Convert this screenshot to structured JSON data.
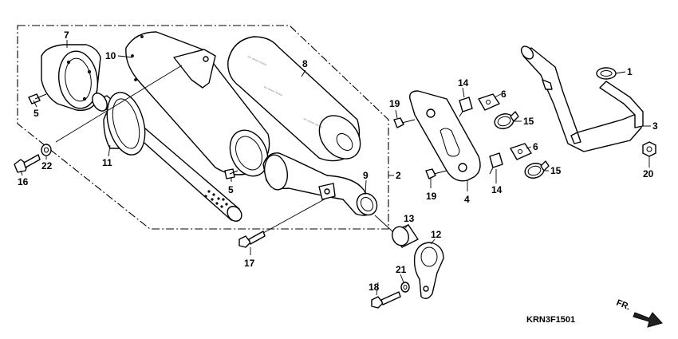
{
  "diagram_code": "KRN3F1501",
  "front_marker": "FR.",
  "callouts": {
    "c1": "1",
    "c2": "2",
    "c3": "3",
    "c4": "4",
    "c5a": "5",
    "c5b": "5",
    "c6a": "6",
    "c6b": "6",
    "c7": "7",
    "c8": "8",
    "c9": "9",
    "c10": "10",
    "c11": "11",
    "c12": "12",
    "c13": "13",
    "c14a": "14",
    "c14b": "14",
    "c15a": "15",
    "c15b": "15",
    "c16": "16",
    "c17": "17",
    "c18": "18",
    "c19a": "19",
    "c19b": "19",
    "c20": "20",
    "c21": "21",
    "c22": "22"
  }
}
